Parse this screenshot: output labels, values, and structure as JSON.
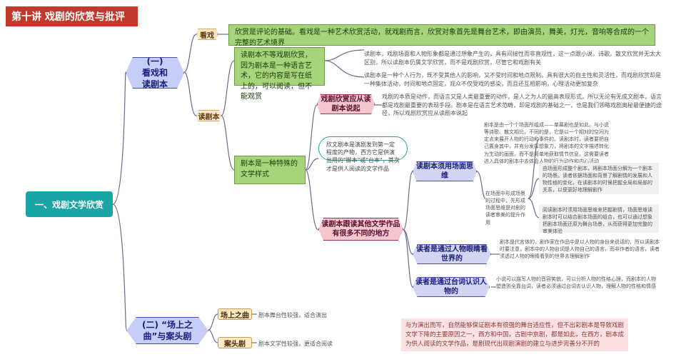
{
  "title": "第十讲 戏剧的欣赏与批评",
  "root": "一、戏剧文学欣赏",
  "part1": {
    "label_line1": "(一)",
    "label_line2": "看戏和",
    "label_line3": "读剧本",
    "kanxi_tag": "看戏",
    "kanxi_text": "欣赏是评论的基础。看戏是一种艺术欣赏活动，就戏剧而言，欣赏对象首先是舞台艺术，即由演员，舞美，灯光，音响等合成的一个完整的艺术境界",
    "dujuben_tag": "读剧本",
    "b1_text": "读剧本不等戏剧欣赏，因为剧本是一种语言艺术，它的内容是写在纸上的，可以阅读，但不能观赏",
    "b1_note1": "读剧本，戏剧场面和人物形象都是通过想象产生的，具有间接性而非直观性，这一点跟小说，诗歌，散文欣赏并无太大区别，所以读剧本仍属文学欣赏，而不是戏剧欣赏，尽管它和戏剧有关",
    "b1_note2": "读剧本是一种个人行为，既不受其他人的影响，又不受时间和地点限制，具有很大的自主性和灵活性，而戏剧欣赏却是一种集体活动，时间和地点固定，观众不仅受戏的感染，而且还互相影响，心理活动更加复杂",
    "b2_text": "剧本是一种特殊的文学样式",
    "pink1": "戏剧欣赏应从读剧本说起",
    "pink1_text": "戏剧的本质是动作，而语言又是人类最重要的动作，是人之为人的最高表现形式，所以无论有无成文剧本，语言都是戏剧最重要的表现手段。剧本是在语言艺术范畴，却是戏剧的基础之一，也是我们领略戏剧奥秘最便捷的途径，所以戏剧欣赏应从读剧本说起",
    "bubble_text": "欣文剧本是演剧发到第一定程度的产物，西方它是供演出用的\"脚本\"或\"台本\"，其次才是供人阅读的文学作品",
    "pink2": "读剧本跟读其他文学作品有很多不同的地方",
    "blue1": "读剧本须用场面思维",
    "blue1_text_top": "剧本是由一个个场面所组成——单幕剧也是如此。与小说等诗歌、散文相比，不同的是，它是以一个相对的空间为定点来展开人物的行动和事件的。读剧本时，读者要把自己置身其中，并充分发挥想象力，将剧本的文字描述转化为生动的画面，而不是简单地获取情节信息，这需要读者进入具体的剧本中去体会人物的行为动作和内心活动",
    "blue1_side": "在场面中形成场景的过程中，先形成场面思维是对剧的读者审美的提升作用",
    "blue1_text_mid": "由场面形成整个剧本，将剧本场面分解为一个剧本的场景。读者依据场面和背景了解剧情的发展和人物性格的变化，在读剧本的时候把握全局和局部的关系，以便更好地理解剧作",
    "blue1_text_bot": "阅读剧本时须用场面思维来把握剧情，场面思维读剧本时可以结合剧本场面的组合，也可以通过想象把剧本场面还原为舞台场景，从而获得更加完整的审美体验",
    "blue2": "读者是通过人物眼睛看世界的",
    "blue2_text": "剧本是代言体的，剧作家在作品中是以人物的身份来说话的，所以读剧本时要注意，剧本中的人物台词是人物自己的语言，而非作者的语言，读者须透过人物的眼睛看到的世界去理解剧作",
    "blue3": "读者是通过台词认识人物的",
    "blue3_text": "小说可以描写人物的音容笑貌，可以分析人物的性格心理，而剧本的人物塑造则全靠台词，读者必须通过台词去认识人物，理解人物的性格和情感"
  },
  "part2": {
    "label_line1": "(二)  “场上之",
    "label_line2": "曲”与案头剧",
    "tag1": "场上之曲",
    "tag1_text": "剧本舞台性较强，适合演出",
    "tag2": "案头剧",
    "tag2_text": "剧本文学性较强，更适合阅读",
    "note": "与为演出而写，自然能够保证剧本有很强的舞台适应性，但不出彩剧本是导致戏剧文学下降的主要原因之一，西方和中国，古剧中京剧，都是如此，在西方，剧本成为供人阅读的文学作品，是剧现代出现剧演剧的建立与进步完善分不开的"
  },
  "colors": {
    "title_bg": "#c0392b",
    "root_bg": "#1aa5a5",
    "hex_bg": "#c6cdf6",
    "green_bg": "#a6d47a",
    "pink_bg": "#f3c7cd",
    "tag_bg": "#fde7c4"
  }
}
